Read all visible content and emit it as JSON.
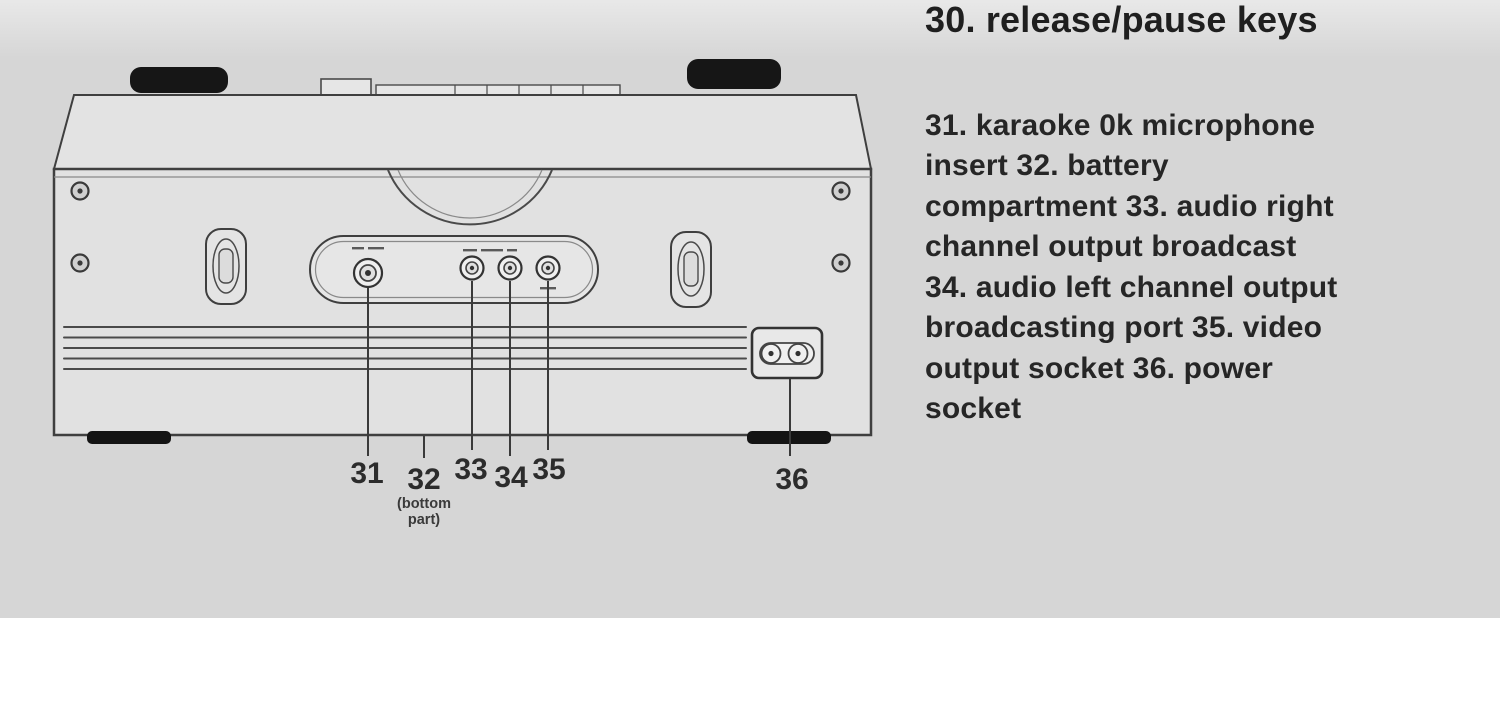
{
  "page": {
    "background": "#d6d6d6",
    "bottom_strip_color": "#ffffff",
    "line_color": "#3f3f3f",
    "text_color": "#262626"
  },
  "right_panel": {
    "heading": "30. release/pause keys",
    "body_lines": [
      "31. karaoke 0k microphone",
      "insert 32. battery",
      "compartment 33. audio right",
      "channel output broadcast",
      "34. audio left channel output",
      "broadcasting port 35. video",
      "output socket 36. power",
      "socket"
    ]
  },
  "diagram": {
    "callouts": {
      "c31": "31",
      "c32": "32",
      "c33": "33",
      "c34": "34",
      "c35": "35",
      "c36": "36"
    },
    "bottom_note": {
      "line1": "(bottom",
      "line2": "part)"
    }
  }
}
